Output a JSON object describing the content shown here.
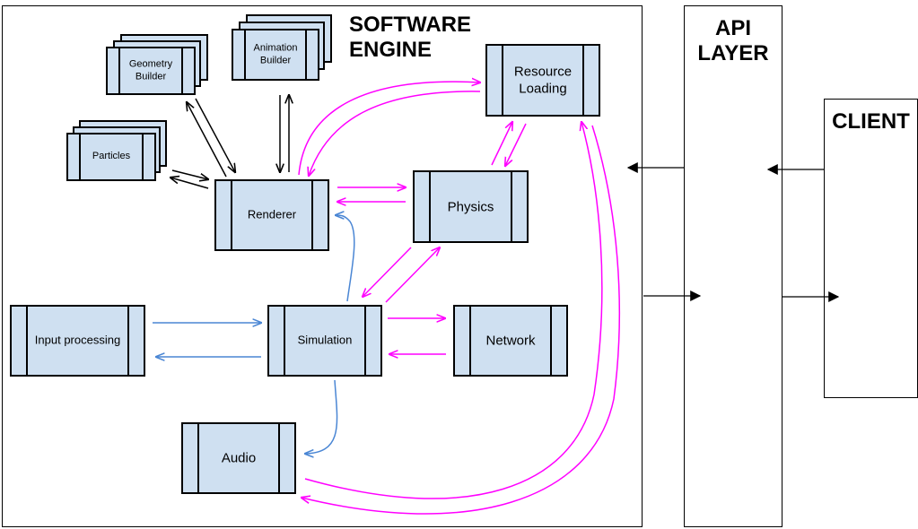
{
  "engine": {
    "title_line1": "SOFTWARE",
    "title_line2": "ENGINE"
  },
  "api": {
    "title_line1": "API",
    "title_line2": "LAYER"
  },
  "client": {
    "title": "CLIENT"
  },
  "modules": {
    "geometry_builder": {
      "line1": "Geometry",
      "line2": "Builder"
    },
    "animation_builder": {
      "line1": "Animation",
      "line2": "Builder"
    },
    "particles": {
      "label": "Particles"
    },
    "renderer": {
      "label": "Renderer"
    },
    "resource_loading": {
      "line1": "Resource",
      "line2": "Loading"
    },
    "physics": {
      "label": "Physics"
    },
    "input_processing": {
      "label": "Input processing"
    },
    "simulation": {
      "label": "Simulation"
    },
    "network": {
      "label": "Network"
    },
    "audio": {
      "label": "Audio"
    }
  },
  "colors": {
    "box_fill": "#cfe0f1",
    "magenta_link": "#ff00ff",
    "blue_link": "#4a86d4",
    "black_link": "#000000"
  }
}
